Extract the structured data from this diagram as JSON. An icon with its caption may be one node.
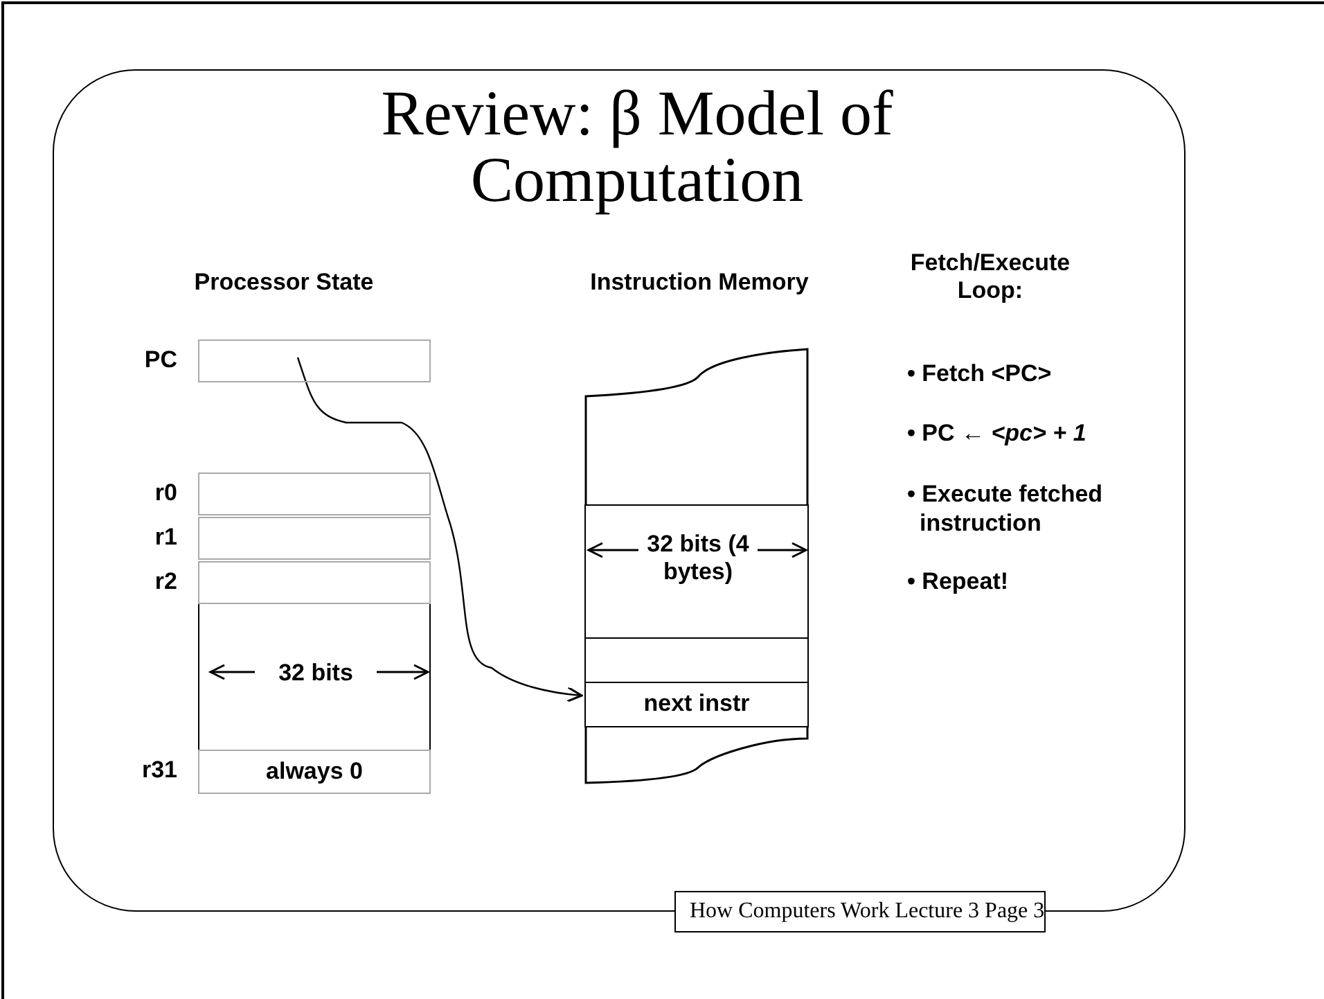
{
  "diagram": {
    "title": "Review: β Model of Computation",
    "nodes": [
      {
        "text": [],
        "shape": "box",
        "beside": [
          "PC"
        ]
      },
      {
        "text": [],
        "shape": "box",
        "beside": [
          "r0"
        ]
      },
      {
        "text": [],
        "shape": "box",
        "beside": [
          "r1"
        ]
      },
      {
        "text": [],
        "shape": "box",
        "beside": [
          "r2"
        ]
      },
      {
        "text": [
          "32 bits"
        ]
      },
      {
        "text": [
          "always 0"
        ],
        "beside": [
          "r31"
        ]
      },
      {
        "text": [],
        "shape": "box"
      },
      {
        "text": [
          "32 bits (4 bytes)"
        ]
      },
      {
        "text": [],
        "shape": "box"
      },
      {
        "text": [
          "next instr"
        ]
      },
      {
        "text": [],
        "shape": "box"
      },
      {
        "text": [
          "How Computers Work Lecture 3 Page 3"
        ]
      }
    ],
    "edges": [
      {
        "from": 0,
        "to": 9,
        "arrow": "to"
      }
    ],
    "labels": [
      "Processor State",
      "Instruction Memory",
      "Fetch/Execute Loop:",
      "• Fetch <PC>",
      "• PC ← *<pc> + 1*",
      "• Execute fetched instruction",
      "• Repeat!"
    ]
  }
}
